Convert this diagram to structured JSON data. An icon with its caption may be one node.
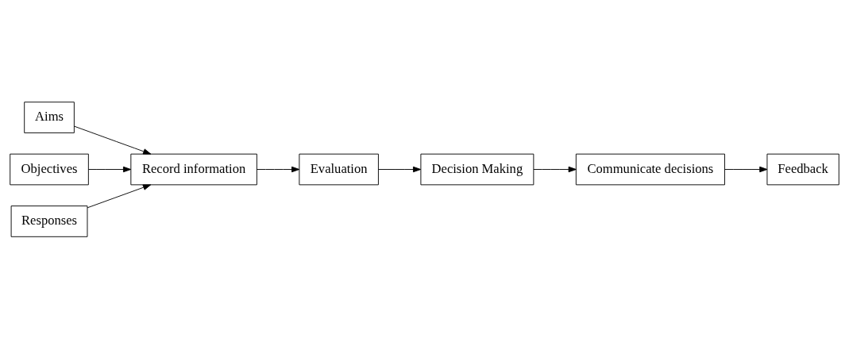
{
  "diagram": {
    "nodes": [
      {
        "text": [
          "Aims"
        ]
      },
      {
        "text": [
          "Objectives"
        ]
      },
      {
        "text": [
          "Responses"
        ]
      },
      {
        "text": [
          "Record information"
        ]
      },
      {
        "text": [
          "Evaluation"
        ]
      },
      {
        "text": [
          "Decision Making"
        ]
      },
      {
        "text": [
          "Communicate decisions"
        ]
      },
      {
        "text": [
          "Feedback"
        ]
      }
    ],
    "edges": [
      {
        "from": 0,
        "to": 3,
        "arrow": "to"
      },
      {
        "from": 1,
        "to": 3,
        "arrow": "to"
      },
      {
        "from": 2,
        "to": 3,
        "arrow": "to"
      },
      {
        "from": 3,
        "to": 4,
        "arrow": "to"
      },
      {
        "from": 4,
        "to": 5,
        "arrow": "to"
      },
      {
        "from": 5,
        "to": 6,
        "arrow": "to"
      },
      {
        "from": 6,
        "to": 7,
        "arrow": "to"
      }
    ]
  }
}
